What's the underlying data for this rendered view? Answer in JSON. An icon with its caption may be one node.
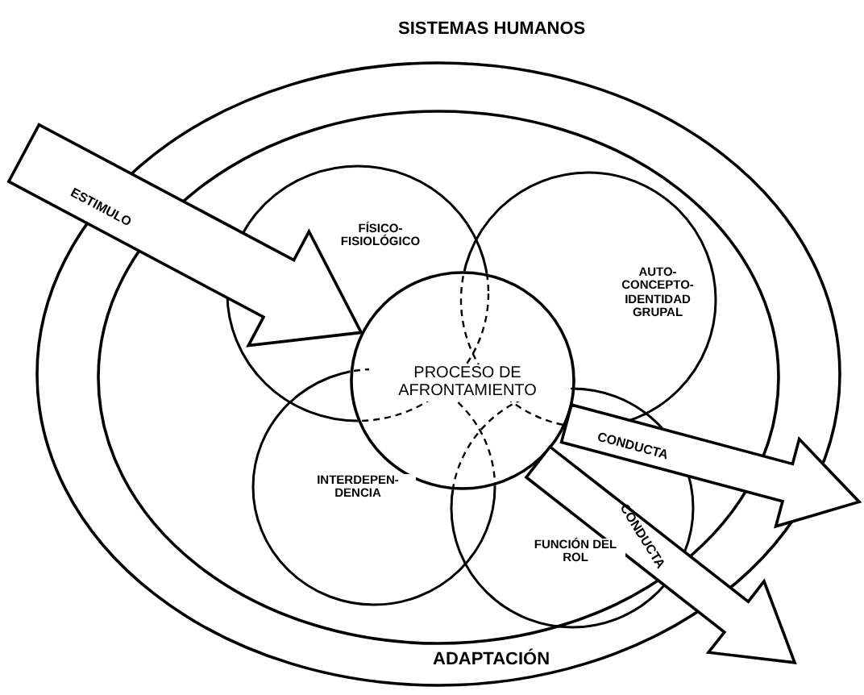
{
  "diagram": {
    "nodes": [
      {
        "text": [
          "SISTEMAS HUMANOS",
          "ADAPTACIÓN"
        ]
      },
      {
        "text": [],
        "shape": "circle",
        "in": 0
      },
      {
        "text": [
          "FÍSICO- FISIOLÓGICO"
        ],
        "in": 1
      },
      {
        "text": [
          "AUTO- CONCEPTO- IDENTIDAD GRUPAL"
        ],
        "in": 1
      },
      {
        "text": [
          "PROCESO DE AFRONTAMIENTO"
        ],
        "in": 1
      },
      {
        "text": [
          "INTERDEPEN- DENCIA"
        ],
        "in": 1
      },
      {
        "text": [
          "FUNCIÓN DEL ROL"
        ],
        "in": 1
      }
    ],
    "edges": [
      {
        "from": null,
        "to": 4,
        "arrow": "to",
        "label": "ESTIMULO",
        "style": "thick"
      },
      {
        "from": 4,
        "to": null,
        "arrow": "to",
        "label": "CONDUCTA",
        "style": "thick"
      },
      {
        "from": 4,
        "to": null,
        "arrow": "to",
        "label": "CONDUCTA",
        "style": "thick"
      }
    ]
  }
}
